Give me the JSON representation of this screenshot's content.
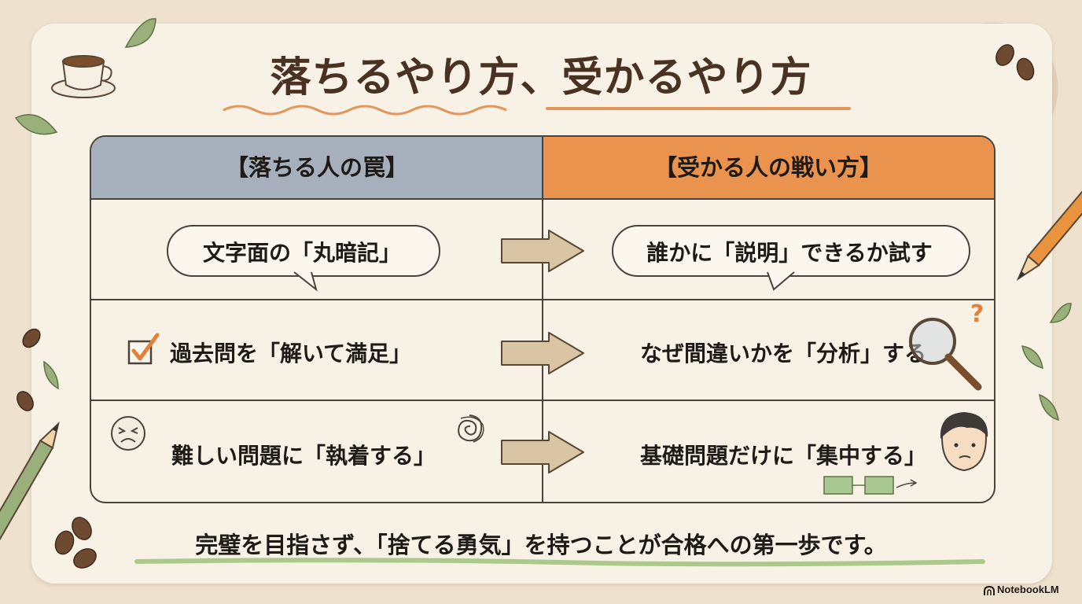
{
  "title": "落ちるやり方、受かるやり方",
  "table": {
    "left_header": "【落ちる人の罠】",
    "right_header": "【受かる人の戦い方】",
    "rows": [
      {
        "left": "文字面の「丸暗記」",
        "right": "誰かに「説明」できるか試す"
      },
      {
        "left": "過去問を「解いて満足」",
        "right": "なぜ間違いかを「分析」する"
      },
      {
        "left": "難しい問題に「執着する」",
        "right": "基礎問題だけに「集中する」"
      }
    ]
  },
  "footer": "完璧を目指さず、「捨てる勇気」を持つことが合格への第一歩です。",
  "badge": "NotebookLM",
  "question_mark": "?",
  "colors": {
    "background": "#eee2cf",
    "card": "#f8f2e6",
    "left_header": "#a5b0bc",
    "right_header": "#e9934f",
    "title": "#4a3223",
    "title_underline": "#e3955a",
    "arrow_fill": "#d9c4a4",
    "footer_underline": "#9cc27a"
  },
  "icons": [
    "coffee-cup-icon",
    "leaf-icon",
    "coffee-bean-icon",
    "pencil-icon",
    "speech-bubble-icon",
    "arrow-right-icon",
    "checkbox-checked-icon",
    "magnifier-icon",
    "question-mark-icon",
    "frustrated-face-icon",
    "scribble-icon",
    "thinking-person-icon",
    "flowchart-icon",
    "notebooklm-logo-icon"
  ]
}
